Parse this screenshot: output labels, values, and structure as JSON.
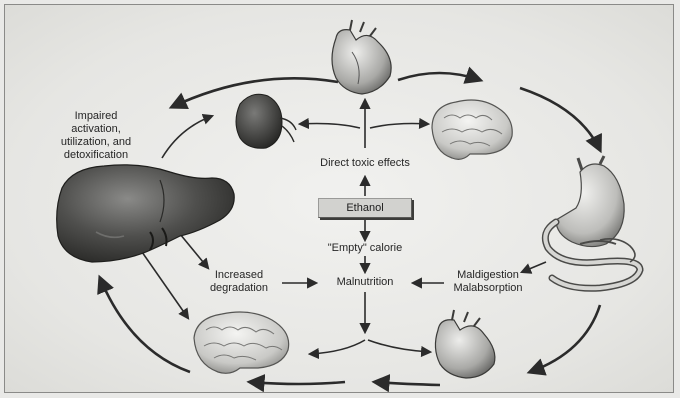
{
  "diagram": {
    "labels": {
      "impaired": [
        "Impaired",
        "activation,",
        "utilization, and",
        "detoxification"
      ],
      "direct_toxic": "Direct toxic effects",
      "ethanol": "Ethanol",
      "empty_calorie": "\"Empty\" calorie",
      "malnutrition": "Malnutrition",
      "increased_degradation": [
        "Increased",
        "degradation"
      ],
      "maldigestion": [
        "Maldigestion",
        "Malabsorption"
      ]
    },
    "organs": [
      "heart",
      "kidney",
      "brain",
      "stomach",
      "liver",
      "brain",
      "heart"
    ]
  }
}
